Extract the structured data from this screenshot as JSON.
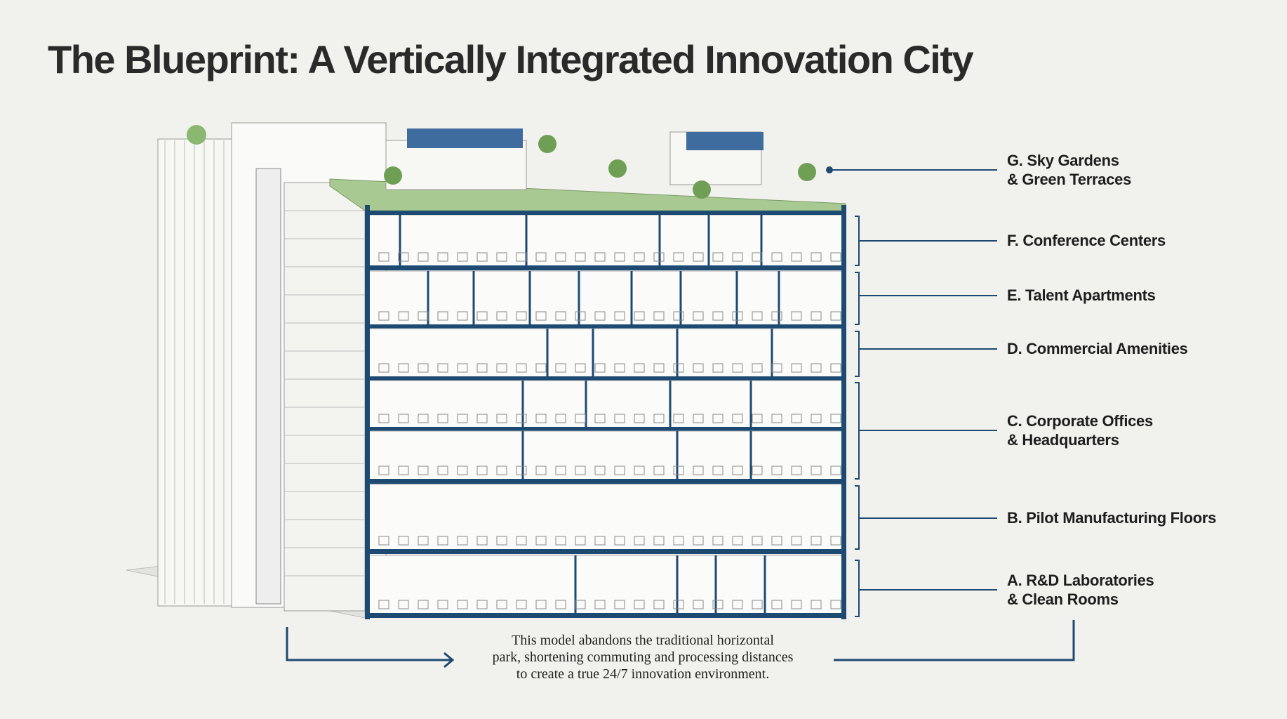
{
  "title": "The Blueprint: A Vertically Integrated Innovation City",
  "zones": [
    {
      "id": "G",
      "line1": "G. Sky Gardens",
      "line2": "& Green Terraces"
    },
    {
      "id": "F",
      "line1": "F. Conference Centers",
      "line2": ""
    },
    {
      "id": "E",
      "line1": "E. Talent Apartments",
      "line2": ""
    },
    {
      "id": "D",
      "line1": "D. Commercial Amenities",
      "line2": ""
    },
    {
      "id": "C",
      "line1": "C. Corporate Offices",
      "line2": "& Headquarters"
    },
    {
      "id": "B",
      "line1": "B. Pilot Manufacturing Floors",
      "line2": ""
    },
    {
      "id": "A",
      "line1": "A. R&D Laboratories",
      "line2": "& Clean Rooms"
    }
  ],
  "caption": {
    "line1": "This model abandons the traditional horizontal",
    "line2": "park, shortening commuting and processing distances",
    "line3": "to create a true 24/7 innovation environment."
  },
  "colors": {
    "structure": "#1d4a72",
    "garden": "#8bb870",
    "solar": "#3e6c9e",
    "background": "#f1f1ed"
  }
}
